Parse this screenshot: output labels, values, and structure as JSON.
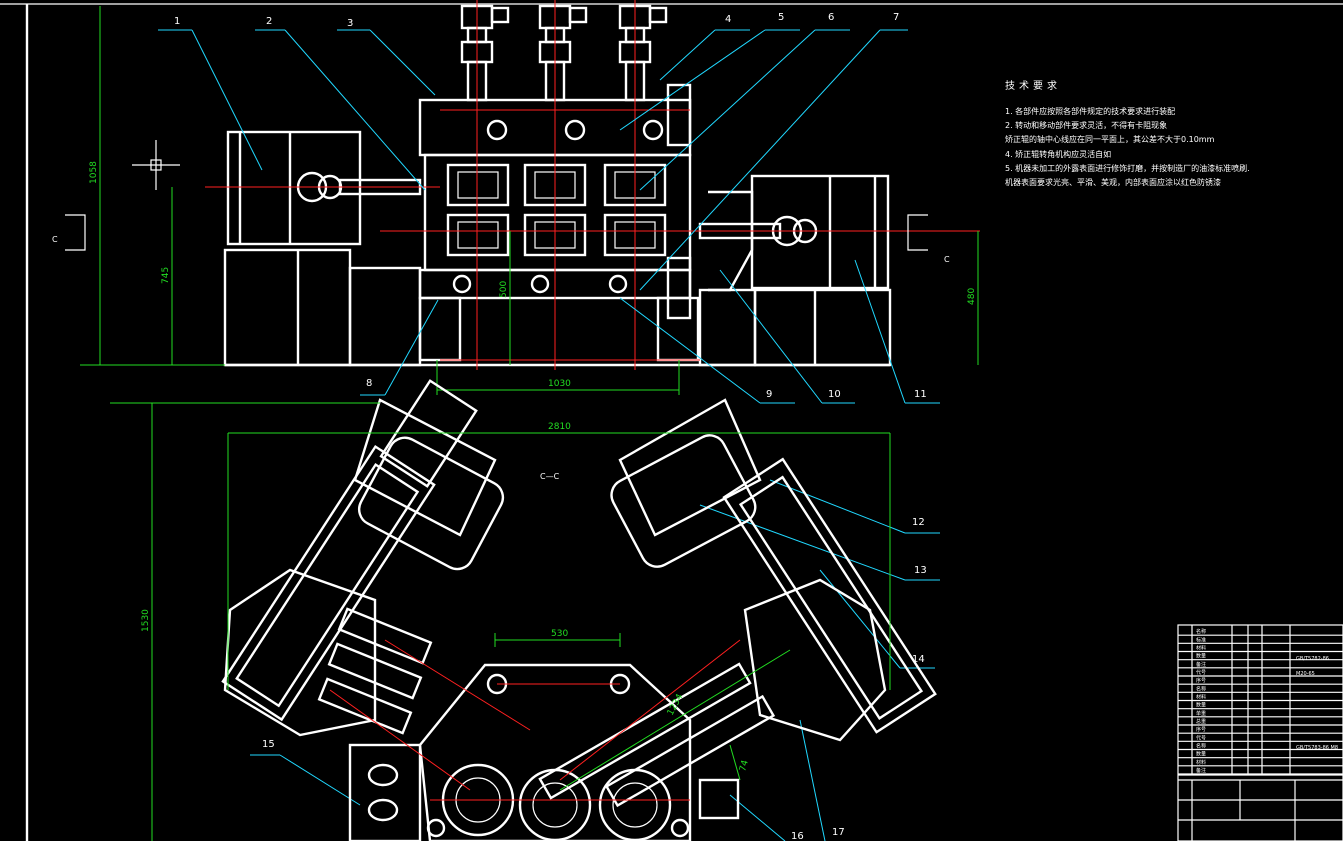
{
  "part_labels": [
    "1",
    "2",
    "3",
    "4",
    "5",
    "6",
    "7",
    "8",
    "9",
    "10",
    "11",
    "12",
    "13",
    "14",
    "15",
    "16",
    "17"
  ],
  "section_marks": {
    "left": "C",
    "right": "C",
    "view": "C—C"
  },
  "dimensions": {
    "height_total": "1058",
    "height_left": "745",
    "height_mid": "500",
    "height_right": "480",
    "width_center": "1030",
    "width_total": "2810",
    "height_plan": "1530",
    "width_top": "530",
    "diag_1": "1234",
    "diag_2": "74"
  },
  "notes": {
    "title": "技术要求",
    "items": [
      "1. 各部件应按照各部件规定的技术要求进行装配",
      "2. 转动和移动部件要求灵活，不得有卡阻现象",
      "   矫正辊的轴中心线应在同一平面上，其公差不大于0.10mm",
      "4. 矫正辊转角机构应灵活自如",
      "5. 机器未加工的外露表面进行修饰打磨，并按制造厂的油漆标准喷刷.",
      "   机器表面要求光亮、平滑、美观，内部表面应涂以红色防锈漆"
    ]
  },
  "title_block": {
    "rows": [
      "名称",
      "标准",
      "材料",
      "数量",
      "备注",
      "代号",
      "序号",
      "名称",
      "材料",
      "数量",
      "单重",
      "总重",
      "序号",
      "代号",
      "名称",
      "数量",
      "材料",
      "备注"
    ],
    "right_codes": [
      "GB/T5782-86",
      "M20-65",
      "GB/T5783-86 M8"
    ]
  },
  "colors": {
    "background": "#000000",
    "drawing": "#ffffff",
    "center_lines": "#ff2020",
    "dimensions": "#22dd22",
    "leaders": "#20d8ff"
  }
}
